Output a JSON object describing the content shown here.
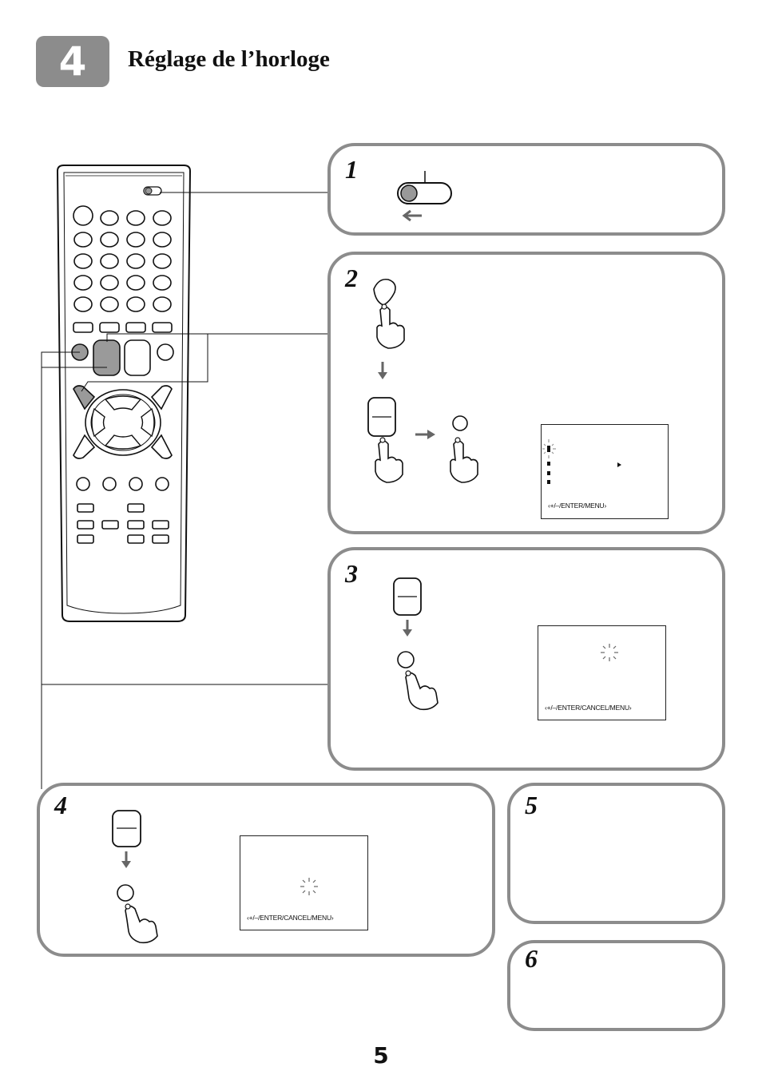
{
  "header": {
    "section_number": "4",
    "title": "Réglage de l’horloge"
  },
  "steps": [
    {
      "number": "1"
    },
    {
      "number": "2",
      "osd_hint": "‹+/–/ENTER/MENU›"
    },
    {
      "number": "3",
      "osd_hint": "‹+/–/ENTER/CANCEL/MENU›"
    },
    {
      "number": "4",
      "osd_hint": "‹+/–/ENTER/CANCEL/MENU›"
    },
    {
      "number": "5"
    },
    {
      "number": "6"
    }
  ],
  "footer": {
    "page_number": "5"
  },
  "colors": {
    "panel_border": "#8c8c8c",
    "badge": "#8c8c8c",
    "highlight_button": "#9a9a9a"
  }
}
